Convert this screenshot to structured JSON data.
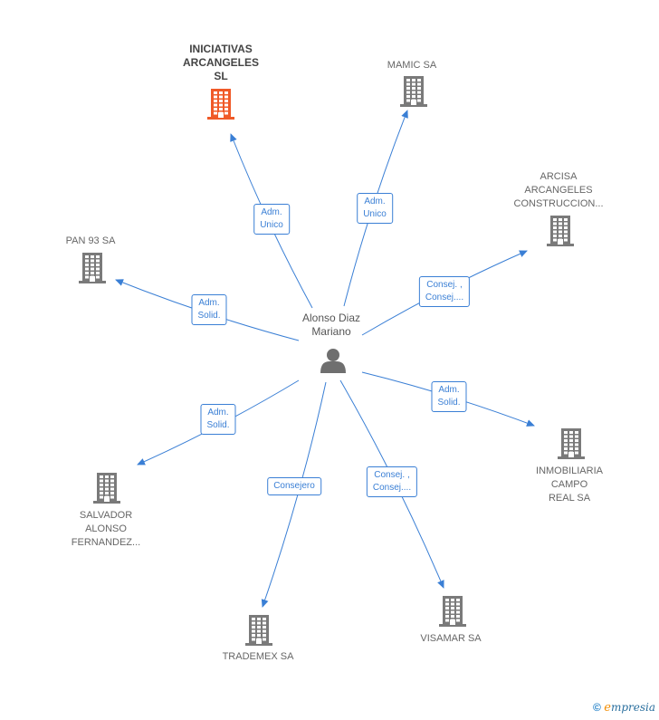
{
  "center": {
    "label_line1": "Alonso Diaz",
    "label_line2": "Mariano",
    "icon": "person-icon"
  },
  "colors": {
    "edge": "#3a7fd5",
    "building": "#7a7a7a",
    "building_main": "#f05a28"
  },
  "nodes": [
    {
      "id": "iniciativas",
      "lines": [
        "INICIATIVAS",
        "ARCANGELES",
        "SL"
      ],
      "main": true,
      "edge_label": [
        "Adm.",
        "Unico"
      ]
    },
    {
      "id": "mamic",
      "lines": [
        "MAMIC SA"
      ],
      "main": false,
      "edge_label": [
        "Adm.",
        "Unico"
      ]
    },
    {
      "id": "arcisa",
      "lines": [
        "ARCISA",
        "ARCANGELES",
        "CONSTRUCCION..."
      ],
      "main": false,
      "edge_label": [
        "Consej. ,",
        "Consej...."
      ]
    },
    {
      "id": "pan93",
      "lines": [
        "PAN 93 SA"
      ],
      "main": false,
      "edge_label": [
        "Adm.",
        "Solid."
      ]
    },
    {
      "id": "inmobiliaria",
      "lines": [
        "INMOBILIARIA",
        "CAMPO",
        "REAL SA"
      ],
      "main": false,
      "edge_label": [
        "Adm.",
        "Solid."
      ]
    },
    {
      "id": "salvador",
      "lines": [
        "SALVADOR",
        "ALONSO",
        "FERNANDEZ..."
      ],
      "main": false,
      "edge_label": [
        "Adm.",
        "Solid."
      ]
    },
    {
      "id": "trademex",
      "lines": [
        "TRADEMEX SA"
      ],
      "main": false,
      "edge_label": [
        "Consejero"
      ]
    },
    {
      "id": "visamar",
      "lines": [
        "VISAMAR SA"
      ],
      "main": false,
      "edge_label": [
        "Consej. ,",
        "Consej...."
      ]
    }
  ],
  "footer": {
    "copyright": "©",
    "brand_first": "e",
    "brand_rest": "mpresia"
  }
}
